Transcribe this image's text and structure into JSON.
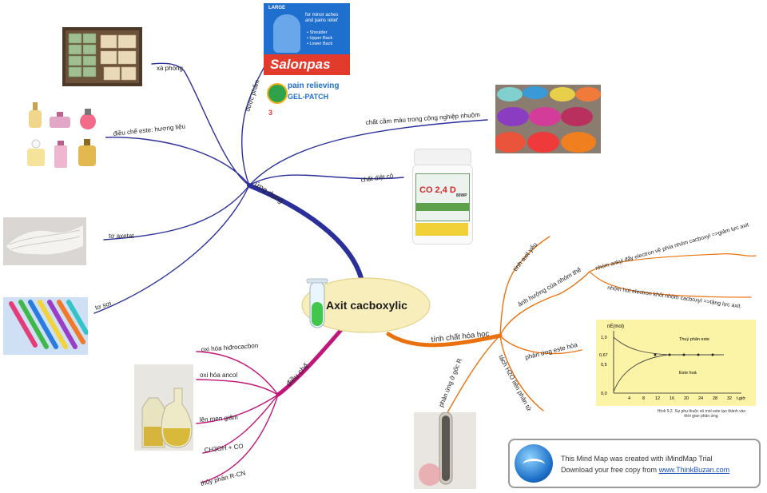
{
  "center": {
    "title": "Axit cacboxylic"
  },
  "branches": {
    "ung_dung": {
      "label": "ứng dụng",
      "items": {
        "xa_phong": "xà phòng",
        "duoc_pham": "dược phẩm",
        "dieu_che_este": "điều chế este: hương liệu",
        "chat_cam_mau": "chất cầm màu trong công nghiệp nhuộm",
        "chat_diet_co": "chất diệt cỏ",
        "to_axetat": "tơ axetat",
        "to_soi": "tơ sợi"
      }
    },
    "dieu_che": {
      "label": "điều chế",
      "items": [
        "oxi hóa hiđrocacbon",
        "oxi hóa ancol",
        "lên men giấm",
        "CH3OH + CO",
        "thủy phân R-CN"
      ]
    },
    "tinh_chat": {
      "label": "tính chất hóa học",
      "items": {
        "tinh_axit": "tính axit yếu",
        "anh_huong": "ảnh hưởng của nhóm thế",
        "nhom_ankyl": "nhóm ankyl đẩy electron về phía nhóm cacboxyl =>giảm lực axit",
        "nhom_hut": "nhóm hút electron khỏi nhóm cacboxyl =>tăng lực axit.",
        "phan_ung_este": "phản ứng este hóa",
        "tach_h2o": "tách H2O liên phân tử",
        "phan_ung_goc": "phản ứng ở gốc R"
      }
    }
  },
  "images": {
    "salonpas": {
      "top": "LARGE",
      "tag": "for minor aches and pains relief",
      "bullets": [
        "• Shoulder",
        "• Upper Back",
        "• Lower Back"
      ],
      "brand": "Salonpas",
      "sub1": "pain relieving",
      "sub2": "GEL-PATCH",
      "count": "3"
    },
    "herbicide": {
      "name": "CO 2,4 D",
      "suffix": "80WP"
    },
    "graph": {
      "ylabel": "nE(mol)",
      "yticks": [
        "1,0",
        "0,67",
        "0,5",
        "0,0"
      ],
      "xticks": [
        "4",
        "8",
        "12",
        "16",
        "20",
        "24",
        "28",
        "32"
      ],
      "xlabel": "t,giờ",
      "legend1": "Thuỷ phân este",
      "legend2": "Este hoá",
      "caption1": "Hình 9.2. Sự phụ thuộc số mol este tạo thành vào",
      "caption2": "thời gian phản ứng."
    }
  },
  "trial": {
    "line1": "This Mind Map was created with iMindMap Trial",
    "line2_prefix": "Download your free copy from ",
    "link": "www.ThinkBuzan.com"
  },
  "colors": {
    "ung_dung": "#2a2f9a",
    "dieu_che": "#c0167a",
    "tinh_chat": "#e9720f",
    "center_fill": "#f8eebb"
  }
}
